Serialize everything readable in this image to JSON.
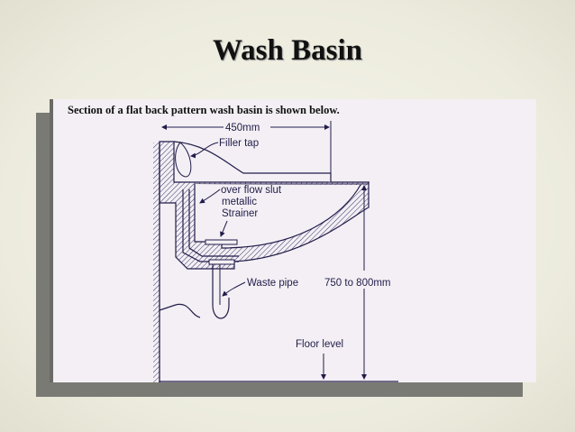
{
  "slide": {
    "title": "Wash Basin"
  },
  "figure": {
    "heading": "Section of a flat back pattern wash basin is shown below.",
    "labels": {
      "width": "450mm",
      "filler_tap": "Filler tap",
      "overflow": "over flow slut",
      "metallic": "metallic",
      "strainer": "Strainer",
      "waste_pipe": "Waste pipe",
      "height": "750 to 800mm",
      "floor": "Floor level"
    }
  }
}
